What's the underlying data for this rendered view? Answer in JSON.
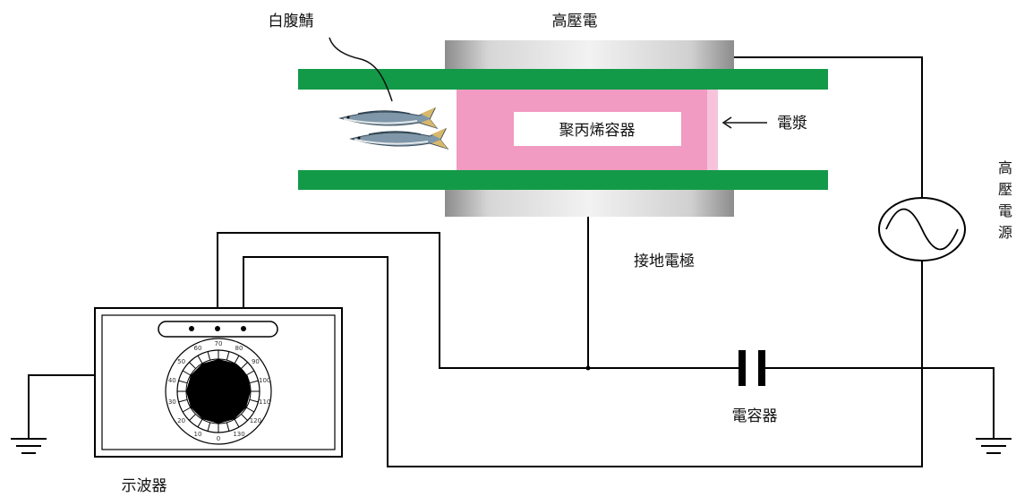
{
  "labels": {
    "fish": "白腹鯖",
    "high_voltage": "高壓電",
    "container": "聚丙烯容器",
    "plasma": "電漿",
    "ground_electrode": "接地電極",
    "capacitor": "電容器",
    "oscilloscope": "示波器",
    "hv_source_chars": [
      "高",
      "壓",
      "電",
      "源"
    ]
  },
  "oscilloscope_dial": {
    "ticks": [
      "0",
      "10",
      "20",
      "30",
      "40",
      "50",
      "60",
      "70",
      "80",
      "90",
      "100",
      "110",
      "120",
      "130"
    ]
  },
  "colors": {
    "electrode_green": "#139a48",
    "plasma_pink": "#f19ac2",
    "electrode_gray": "#b9b9b9",
    "wire": "#000000"
  }
}
